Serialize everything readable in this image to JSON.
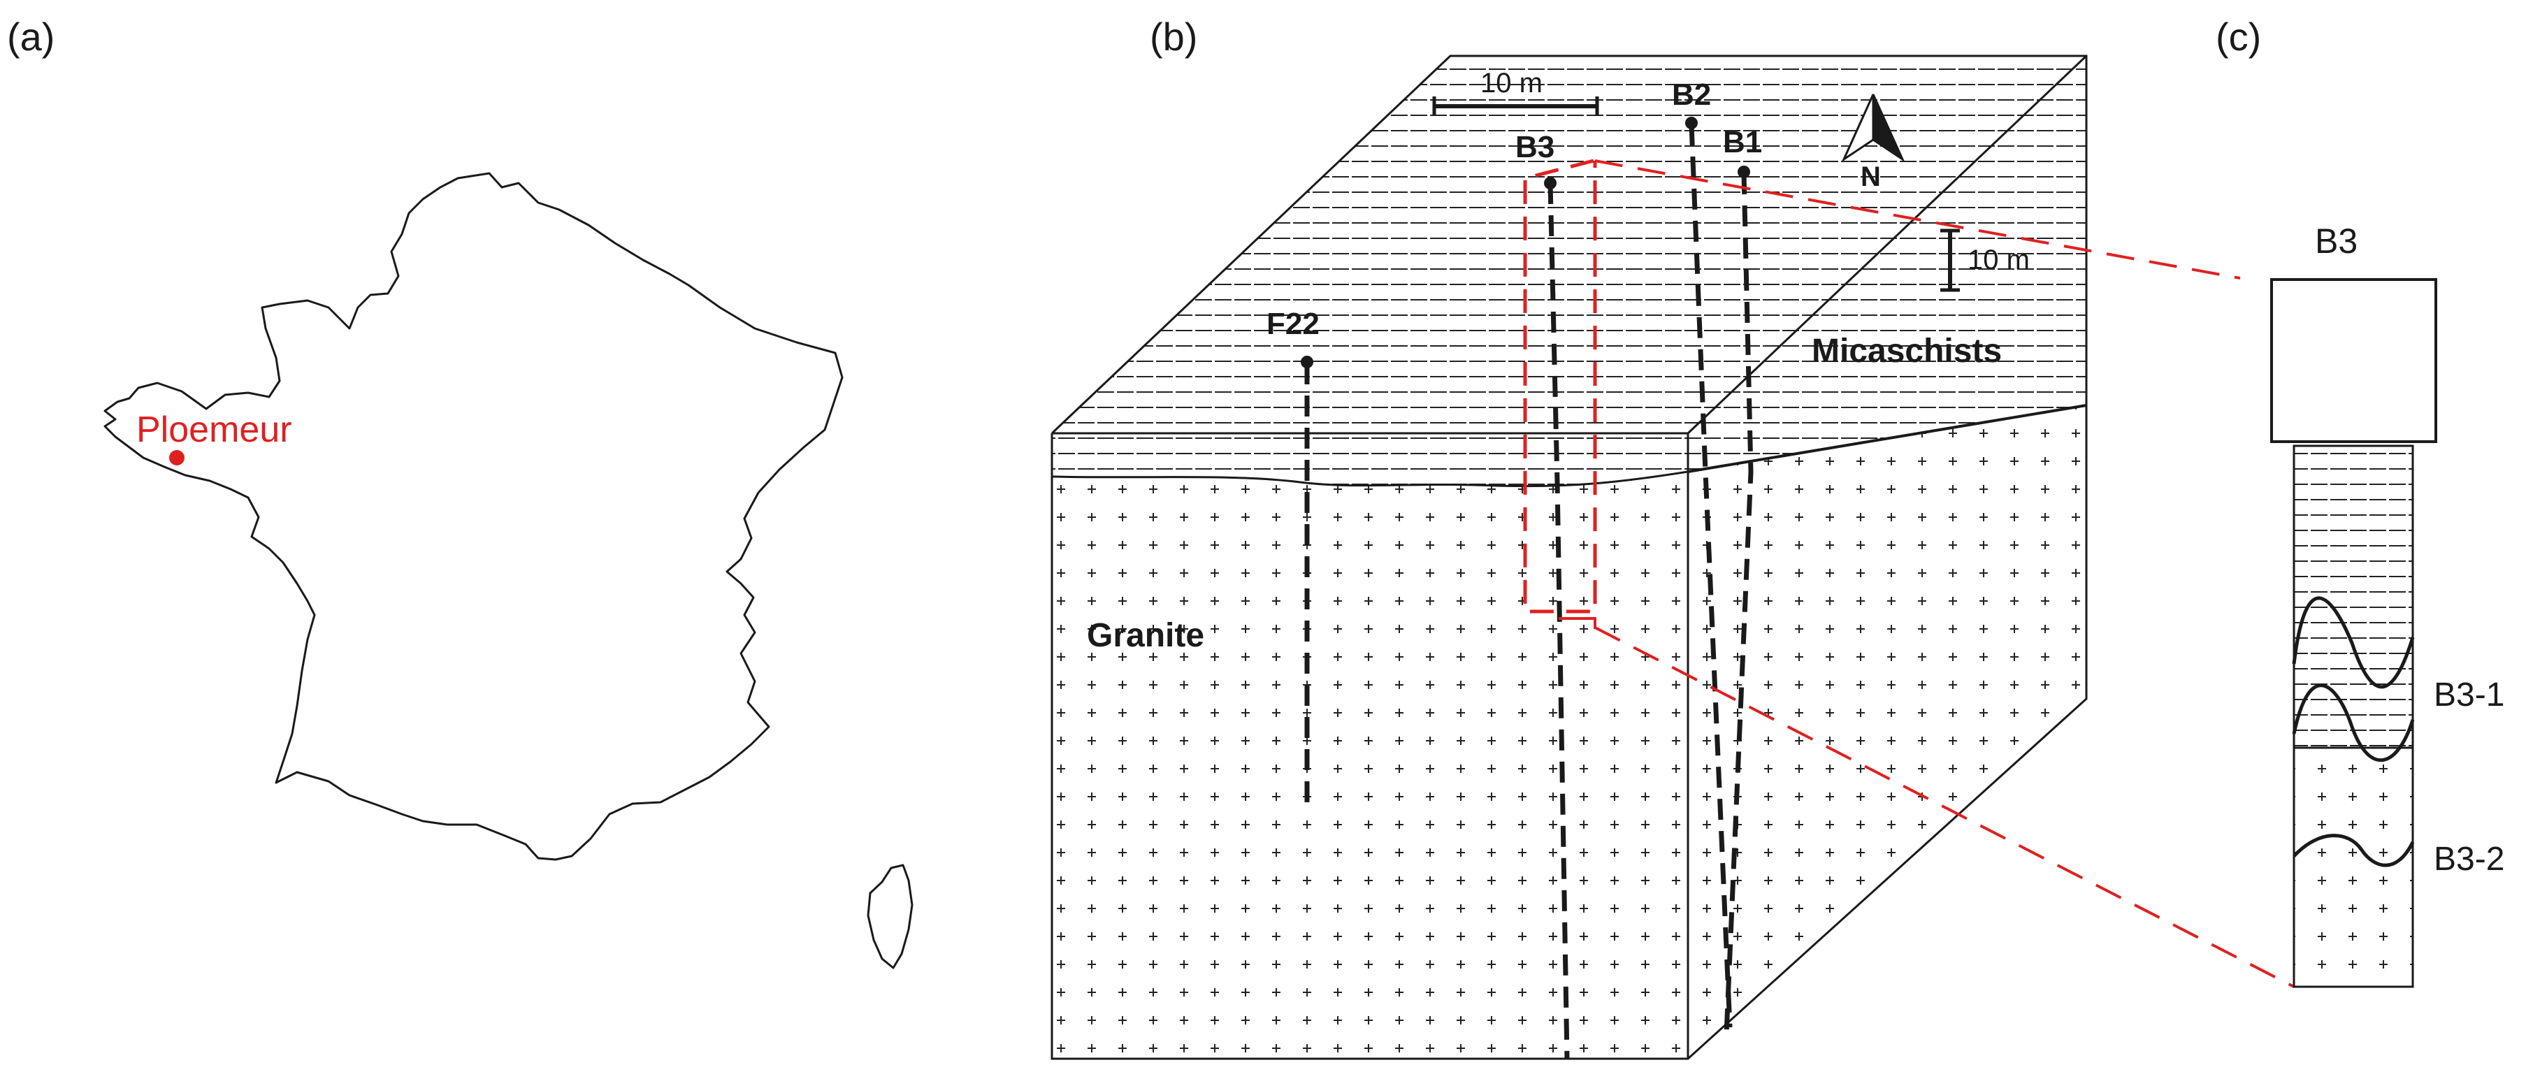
{
  "panels": {
    "a": "(a)",
    "b": "(b)",
    "c": "(c)"
  },
  "map": {
    "city_label": "Ploemeur",
    "marker_color": "#e02020"
  },
  "block": {
    "scale_horizontal": "10 m",
    "scale_vertical": "10 m",
    "north_label": "N",
    "upper_unit": "Micaschists",
    "lower_unit": "Granite",
    "wells": {
      "b1": "B1",
      "b2": "B2",
      "b3": "B3",
      "f22": "F22"
    },
    "highlight_color": "#e02020"
  },
  "column": {
    "title": "B3",
    "zones": {
      "z1": "B3-1",
      "z2": "B3-2"
    }
  },
  "icons": [
    "north-arrow-icon",
    "well-head-icon",
    "map-marker-icon"
  ]
}
